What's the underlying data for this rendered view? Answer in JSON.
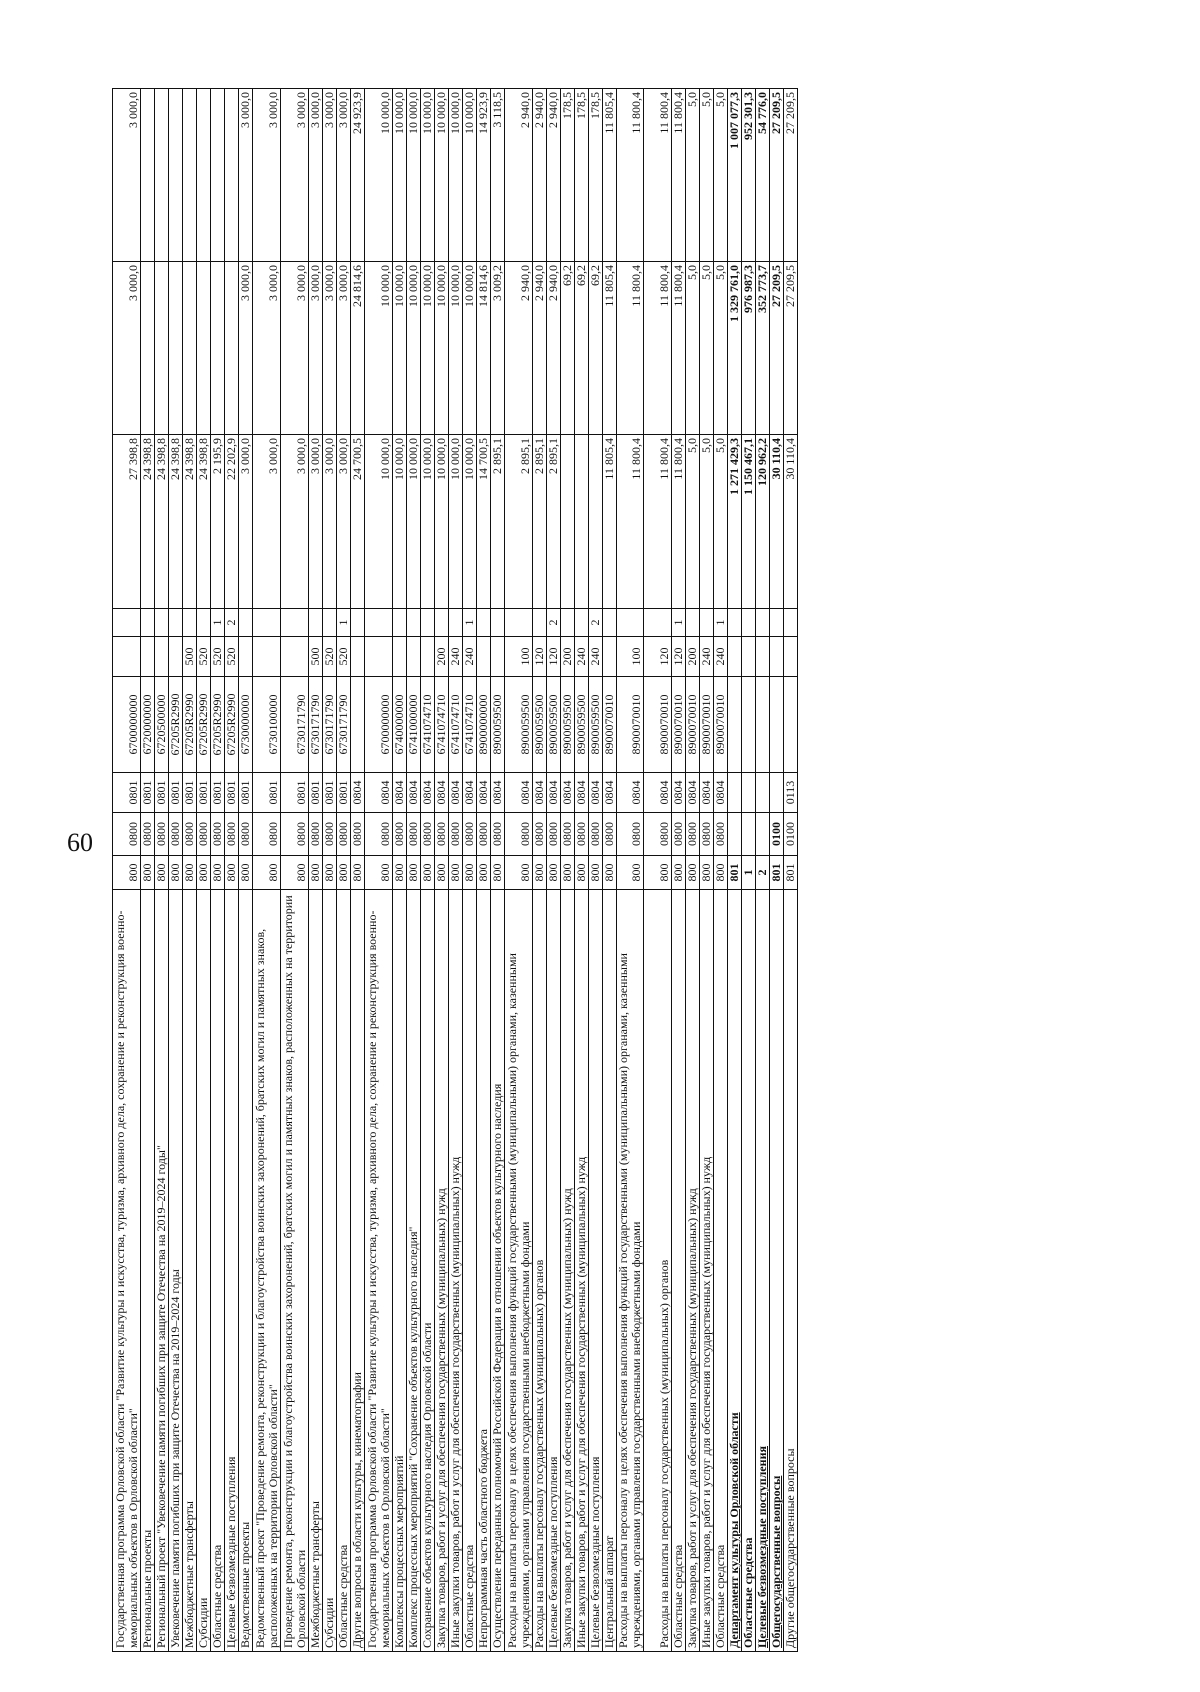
{
  "page_number": "60",
  "columns": [
    "name",
    "glava",
    "rz",
    "pr",
    "csr",
    "vr",
    "src",
    "v1",
    "v2",
    "v3"
  ],
  "rows": [
    {
      "name": "Государственная программа Орловской области \"Развитие культуры и искусства, туризма, архивного дела, сохранение и реконструкция военно-мемориальных объектов в Орловской области\"",
      "glava": "800",
      "rz": "0800",
      "pr": "0801",
      "csr": "6700000000",
      "vr": "",
      "src": "",
      "v1": "27 398,8",
      "v2": "3 000,0",
      "v3": "3 000,0"
    },
    {
      "name": "Региональные проекты",
      "glava": "800",
      "rz": "0800",
      "pr": "0801",
      "csr": "6720000000",
      "vr": "",
      "src": "",
      "v1": "24 398,8",
      "v2": "",
      "v3": ""
    },
    {
      "name": "Региональный проект \"Увековечение памяти погибших при защите Отечества на 2019–2024 годы\"",
      "glava": "800",
      "rz": "0800",
      "pr": "0801",
      "csr": "6720500000",
      "vr": "",
      "src": "",
      "v1": "24 398,8",
      "v2": "",
      "v3": ""
    },
    {
      "name": "Увековечение памяти погибших при защите Отечества на 2019–2024 годы",
      "glava": "800",
      "rz": "0800",
      "pr": "0801",
      "csr": "67205R2990",
      "vr": "",
      "src": "",
      "v1": "24 398,8",
      "v2": "",
      "v3": ""
    },
    {
      "name": "Межбюджетные трансферты",
      "glava": "800",
      "rz": "0800",
      "pr": "0801",
      "csr": "67205R2990",
      "vr": "500",
      "src": "",
      "v1": "24 398,8",
      "v2": "",
      "v3": ""
    },
    {
      "name": "Субсидии",
      "glava": "800",
      "rz": "0800",
      "pr": "0801",
      "csr": "67205R2990",
      "vr": "520",
      "src": "",
      "v1": "24 398,8",
      "v2": "",
      "v3": ""
    },
    {
      "name": "Областные средства",
      "glava": "800",
      "rz": "0800",
      "pr": "0801",
      "csr": "67205R2990",
      "vr": "520",
      "src": "1",
      "v1": "2 195,9",
      "v2": "",
      "v3": ""
    },
    {
      "name": "Целевые безвозмездные поступления",
      "glava": "800",
      "rz": "0800",
      "pr": "0801",
      "csr": "67205R2990",
      "vr": "520",
      "src": "2",
      "v1": "22 202,9",
      "v2": "",
      "v3": ""
    },
    {
      "name": "Ведомственные проекты",
      "glava": "800",
      "rz": "0800",
      "pr": "0801",
      "csr": "6730000000",
      "vr": "",
      "src": "",
      "v1": "3 000,0",
      "v2": "3 000,0",
      "v3": "3 000,0"
    },
    {
      "name": "Ведомственный проект \"Проведение ремонта, реконструкции и благоустройства воинских захоронений, братских могил и памятных знаков, расположенных на территории Орловской области\"",
      "glava": "800",
      "rz": "0800",
      "pr": "0801",
      "csr": "6730100000",
      "vr": "",
      "src": "",
      "v1": "3 000,0",
      "v2": "3 000,0",
      "v3": "3 000,0"
    },
    {
      "name": "Проведение ремонта, реконструкции и благоустройства воинских захоронений, братских могил и памятных знаков, расположенных на территории Орловской области",
      "glava": "800",
      "rz": "0800",
      "pr": "0801",
      "csr": "6730171790",
      "vr": "",
      "src": "",
      "v1": "3 000,0",
      "v2": "3 000,0",
      "v3": "3 000,0"
    },
    {
      "name": "Межбюджетные трансферты",
      "glava": "800",
      "rz": "0800",
      "pr": "0801",
      "csr": "6730171790",
      "vr": "500",
      "src": "",
      "v1": "3 000,0",
      "v2": "3 000,0",
      "v3": "3 000,0"
    },
    {
      "name": "Субсидии",
      "glava": "800",
      "rz": "0800",
      "pr": "0801",
      "csr": "6730171790",
      "vr": "520",
      "src": "",
      "v1": "3 000,0",
      "v2": "3 000,0",
      "v3": "3 000,0"
    },
    {
      "name": "Областные средства",
      "glava": "800",
      "rz": "0800",
      "pr": "0801",
      "csr": "6730171790",
      "vr": "520",
      "src": "1",
      "v1": "3 000,0",
      "v2": "3 000,0",
      "v3": "3 000,0"
    },
    {
      "name": "Другие вопросы в области культуры, кинематографии",
      "glava": "800",
      "rz": "0800",
      "pr": "0804",
      "csr": "",
      "vr": "",
      "src": "",
      "v1": "24 700,5",
      "v2": "24 814,6",
      "v3": "24 923,9"
    },
    {
      "name": "Государственная программа Орловской области \"Развитие культуры и искусства, туризма, архивного дела, сохранение и реконструкция военно-мемориальных объектов в Орловской области\"",
      "glava": "800",
      "rz": "0800",
      "pr": "0804",
      "csr": "6700000000",
      "vr": "",
      "src": "",
      "v1": "10 000,0",
      "v2": "10 000,0",
      "v3": "10 000,0"
    },
    {
      "name": "Комплексы процессных мероприятий",
      "glava": "800",
      "rz": "0800",
      "pr": "0804",
      "csr": "6740000000",
      "vr": "",
      "src": "",
      "v1": "10 000,0",
      "v2": "10 000,0",
      "v3": "10 000,0"
    },
    {
      "name": "Комплекс процессных мероприятий \"Сохранение объектов культурного наследия\"",
      "glava": "800",
      "rz": "0800",
      "pr": "0804",
      "csr": "6741000000",
      "vr": "",
      "src": "",
      "v1": "10 000,0",
      "v2": "10 000,0",
      "v3": "10 000,0"
    },
    {
      "name": "Сохранение объектов культурного наследия Орловской области",
      "glava": "800",
      "rz": "0800",
      "pr": "0804",
      "csr": "6741074710",
      "vr": "",
      "src": "",
      "v1": "10 000,0",
      "v2": "10 000,0",
      "v3": "10 000,0"
    },
    {
      "name": "Закупка товаров, работ и услуг для обеспечения государственных (муниципальных) нужд",
      "glava": "800",
      "rz": "0800",
      "pr": "0804",
      "csr": "6741074710",
      "vr": "200",
      "src": "",
      "v1": "10 000,0",
      "v2": "10 000,0",
      "v3": "10 000,0"
    },
    {
      "name": "Иные закупки товаров, работ и услуг для обеспечения государственных (муниципальных) нужд",
      "glava": "800",
      "rz": "0800",
      "pr": "0804",
      "csr": "6741074710",
      "vr": "240",
      "src": "",
      "v1": "10 000,0",
      "v2": "10 000,0",
      "v3": "10 000,0"
    },
    {
      "name": "Областные средства",
      "glava": "800",
      "rz": "0800",
      "pr": "0804",
      "csr": "6741074710",
      "vr": "240",
      "src": "1",
      "v1": "10 000,0",
      "v2": "10 000,0",
      "v3": "10 000,0"
    },
    {
      "name": "Непрограммная часть областного бюджета",
      "glava": "800",
      "rz": "0800",
      "pr": "0804",
      "csr": "8900000000",
      "vr": "",
      "src": "",
      "v1": "14 700,5",
      "v2": "14 814,6",
      "v3": "14 923,9"
    },
    {
      "name": "Осуществление переданных полномочий Российской Федерации в отношении объектов культурного наследия",
      "glava": "800",
      "rz": "0800",
      "pr": "0804",
      "csr": "8900059500",
      "vr": "",
      "src": "",
      "v1": "2 895,1",
      "v2": "3 009,2",
      "v3": "3 118,5"
    },
    {
      "name": "Расходы на выплаты персоналу в целях обеспечения выполнения функций государственными (муниципальными) органами, казенными учреждениями, органами управления государственными внебюджетными фондами",
      "glava": "800",
      "rz": "0800",
      "pr": "0804",
      "csr": "8900059500",
      "vr": "100",
      "src": "",
      "v1": "2 895,1",
      "v2": "2 940,0",
      "v3": "2 940,0"
    },
    {
      "name": "Расходы на выплаты персоналу государственных (муниципальных) органов",
      "glava": "800",
      "rz": "0800",
      "pr": "0804",
      "csr": "8900059500",
      "vr": "120",
      "src": "",
      "v1": "2 895,1",
      "v2": "2 940,0",
      "v3": "2 940,0"
    },
    {
      "name": "Целевые безвозмездные поступления",
      "glava": "800",
      "rz": "0800",
      "pr": "0804",
      "csr": "8900059500",
      "vr": "120",
      "src": "2",
      "v1": "2 895,1",
      "v2": "2 940,0",
      "v3": "2 940,0"
    },
    {
      "name": "Закупка товаров, работ и услуг для обеспечения государственных (муниципальных) нужд",
      "glava": "800",
      "rz": "0800",
      "pr": "0804",
      "csr": "8900059500",
      "vr": "200",
      "src": "",
      "v1": "",
      "v2": "69,2",
      "v3": "178,5"
    },
    {
      "name": "Иные закупки товаров, работ и услуг для обеспечения государственных (муниципальных) нужд",
      "glava": "800",
      "rz": "0800",
      "pr": "0804",
      "csr": "8900059500",
      "vr": "240",
      "src": "",
      "v1": "",
      "v2": "69,2",
      "v3": "178,5"
    },
    {
      "name": "Целевые безвозмездные поступления",
      "glava": "800",
      "rz": "0800",
      "pr": "0804",
      "csr": "8900059500",
      "vr": "240",
      "src": "2",
      "v1": "",
      "v2": "69,2",
      "v3": "178,5"
    },
    {
      "name": "Центральный аппарат",
      "glava": "800",
      "rz": "0800",
      "pr": "0804",
      "csr": "8900070010",
      "vr": "",
      "src": "",
      "v1": "11 805,4",
      "v2": "11 805,4",
      "v3": "11 805,4"
    },
    {
      "name": "Расходы на выплаты персоналу в целях обеспечения выполнения функций государственными (муниципальными) органами, казенными учреждениями, органами управления государственными внебюджетными фондами",
      "glava": "800",
      "rz": "0800",
      "pr": "0804",
      "csr": "8900070010",
      "vr": "100",
      "src": "",
      "v1": "11 800,4",
      "v2": "11 800,4",
      "v3": "11 800,4"
    },
    {
      "name": "Расходы на выплаты персоналу государственных (муниципальных) органов",
      "glava": "800",
      "rz": "0800",
      "pr": "0804",
      "csr": "8900070010",
      "vr": "120",
      "src": "",
      "v1": "11 800,4",
      "v2": "11 800,4",
      "v3": "11 800,4"
    },
    {
      "name": "Областные средства",
      "glava": "800",
      "rz": "0800",
      "pr": "0804",
      "csr": "8900070010",
      "vr": "120",
      "src": "1",
      "v1": "11 800,4",
      "v2": "11 800,4",
      "v3": "11 800,4"
    },
    {
      "name": "Закупка товаров, работ и услуг для обеспечения государственных (муниципальных) нужд",
      "glava": "800",
      "rz": "0800",
      "pr": "0804",
      "csr": "8900070010",
      "vr": "200",
      "src": "",
      "v1": "5,0",
      "v2": "5,0",
      "v3": "5,0"
    },
    {
      "name": "Иные закупки товаров, работ и услуг для обеспечения государственных (муниципальных) нужд",
      "glava": "800",
      "rz": "0800",
      "pr": "0804",
      "csr": "8900070010",
      "vr": "240",
      "src": "",
      "v1": "5,0",
      "v2": "5,0",
      "v3": "5,0"
    },
    {
      "name": "Областные средства",
      "glava": "800",
      "rz": "0800",
      "pr": "0804",
      "csr": "8900070010",
      "vr": "240",
      "src": "1",
      "v1": "5,0",
      "v2": "5,0",
      "v3": "5,0"
    },
    {
      "name": "Департамент культуры Орловской области",
      "glava": "801",
      "rz": "",
      "pr": "",
      "csr": "",
      "vr": "",
      "src": "",
      "v1": "1 271 429,3",
      "v2": "1 329 761,0",
      "v3": "1 007 077,3"
    },
    {
      "name": "Областные средства",
      "glava": "1",
      "rz": "",
      "pr": "",
      "csr": "",
      "vr": "",
      "src": "",
      "v1": "1 150 467,1",
      "v2": "976 987,3",
      "v3": "952 301,3"
    },
    {
      "name": "Целевые безвозмездные поступления",
      "glava": "2",
      "rz": "",
      "pr": "",
      "csr": "",
      "vr": "",
      "src": "",
      "v1": "120 962,2",
      "v2": "352 773,7",
      "v3": "54 776,0"
    },
    {
      "name": "Общегосударственные вопросы",
      "glava": "801",
      "rz": "0100",
      "pr": "",
      "csr": "",
      "vr": "",
      "src": "",
      "v1": "30 110,4",
      "v2": "27 209,5",
      "v3": "27 209,5"
    },
    {
      "name": "Другие общегосударственные вопросы",
      "glava": "801",
      "rz": "0100",
      "pr": "0113",
      "csr": "",
      "vr": "",
      "src": "",
      "v1": "30 110,4",
      "v2": "27 209,5",
      "v3": "27 209,5"
    }
  ]
}
